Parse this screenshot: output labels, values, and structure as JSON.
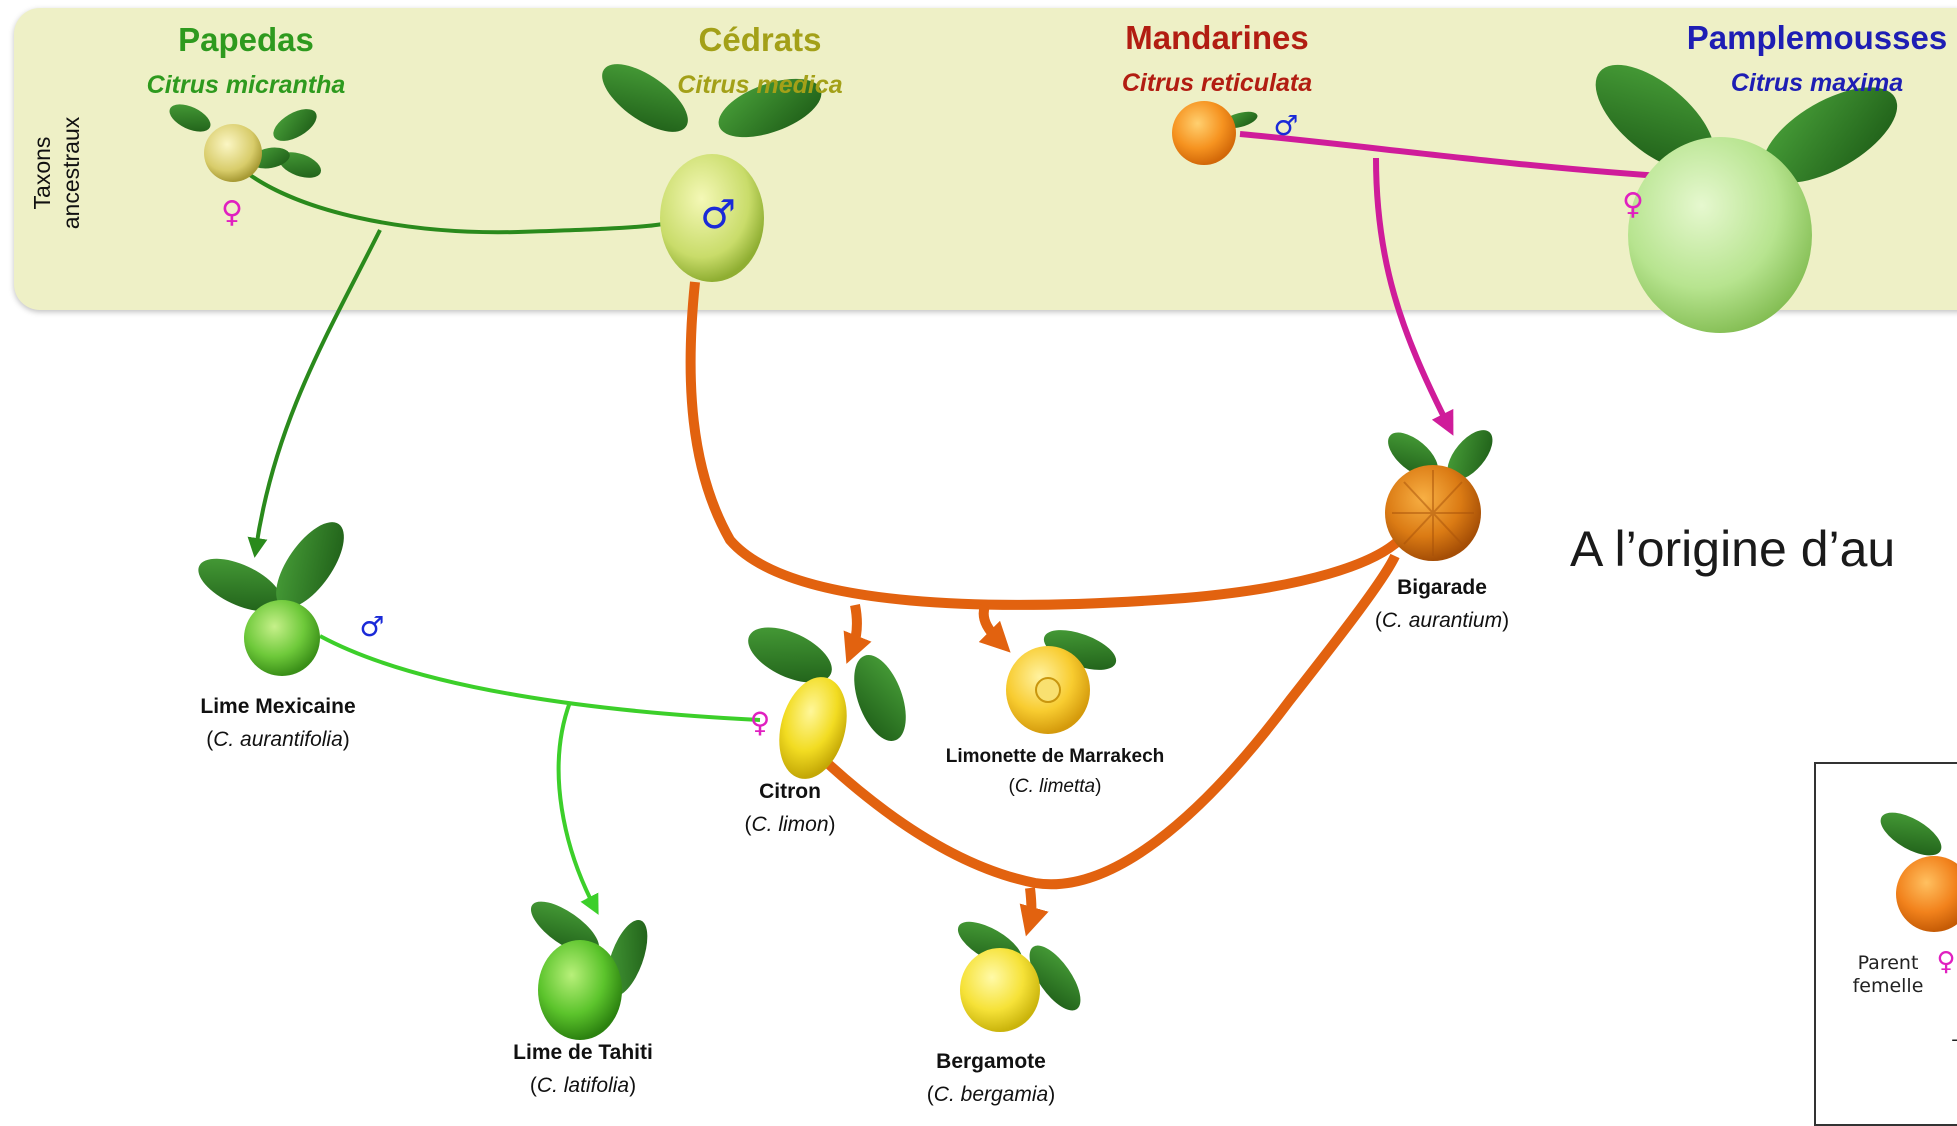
{
  "band": {
    "label_line1": "Taxons",
    "label_line2": "ancestraux",
    "background": "#eef0c6"
  },
  "taxa": [
    {
      "name": "Papedas",
      "latin": "Citrus micrantha",
      "color": "#2e9a1e",
      "sex": "♀"
    },
    {
      "name": "Cédrats",
      "latin": "Citrus medica",
      "color": "#a3a018",
      "sex": "♂"
    },
    {
      "name": "Mandarines",
      "latin": "Citrus reticulata",
      "color": "#b21d12",
      "sex": "♂"
    },
    {
      "name": "Pamplemousses",
      "latin": "Citrus maxima",
      "color": "#1e1eb4",
      "sex": "♀"
    }
  ],
  "hybrids": [
    {
      "name": "Bigarade",
      "latin_open": "(",
      "latin": "C. aurantium",
      "latin_close": ")"
    },
    {
      "name": "Lime Mexicaine",
      "latin_open": "(",
      "latin": "C. aurantifolia",
      "latin_close": ")",
      "sex": "♂"
    },
    {
      "name": "Citron",
      "latin_open": "(",
      "latin": "C. limon",
      "latin_close": ")",
      "sex": "♀"
    },
    {
      "name": "Limonette de Marrakech",
      "latin_open": "(",
      "latin": "C. limetta",
      "latin_close": ")"
    },
    {
      "name": "Lime de Tahiti",
      "latin_open": "(",
      "latin": "C. latifolia",
      "latin_close": ")"
    },
    {
      "name": "Bergamote",
      "latin_open": "(",
      "latin": "C. bergamia",
      "latin_close": ")"
    }
  ],
  "heading": "A l’origine d’au",
  "legend": {
    "sex": "♀",
    "text_line1": "Parent",
    "text_line2": "femelle",
    "text_fragment": "T"
  },
  "colors": {
    "green_dark": "#2a8a1c",
    "green_light": "#3ccf2a",
    "orange": "#e2620f",
    "magenta": "#cf1c9a",
    "female": "#e020c0",
    "male": "#1a2ad8"
  }
}
